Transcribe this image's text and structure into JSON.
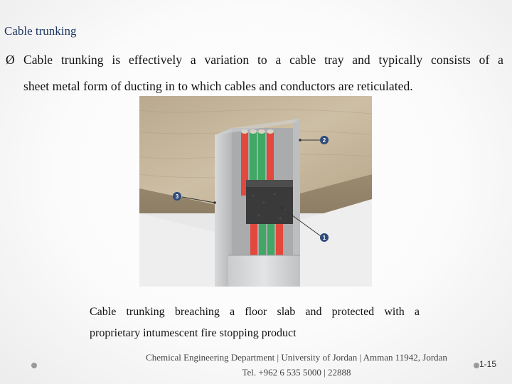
{
  "slide": {
    "title": "Cable trunking",
    "bullet_marker": "Ø",
    "bullet_line1": "Cable trunking is effectively a variation to a cable tray and typically consists of a",
    "bullet_line2": "sheet metal form of ducting in to which cables and conductors are reticulated.",
    "figure": {
      "callouts": [
        "2",
        "3",
        "1"
      ]
    },
    "caption_line1": "Cable trunking breaching a floor slab and protected with a",
    "caption_line2": "proprietary intumescent fire stopping product",
    "footer_line1": "Chemical Engineering Department | University of Jordan | Amman 11942, Jordan",
    "footer_line2": "Tel. +962 6 535 5000 | 22888",
    "page_number": "1-15"
  }
}
